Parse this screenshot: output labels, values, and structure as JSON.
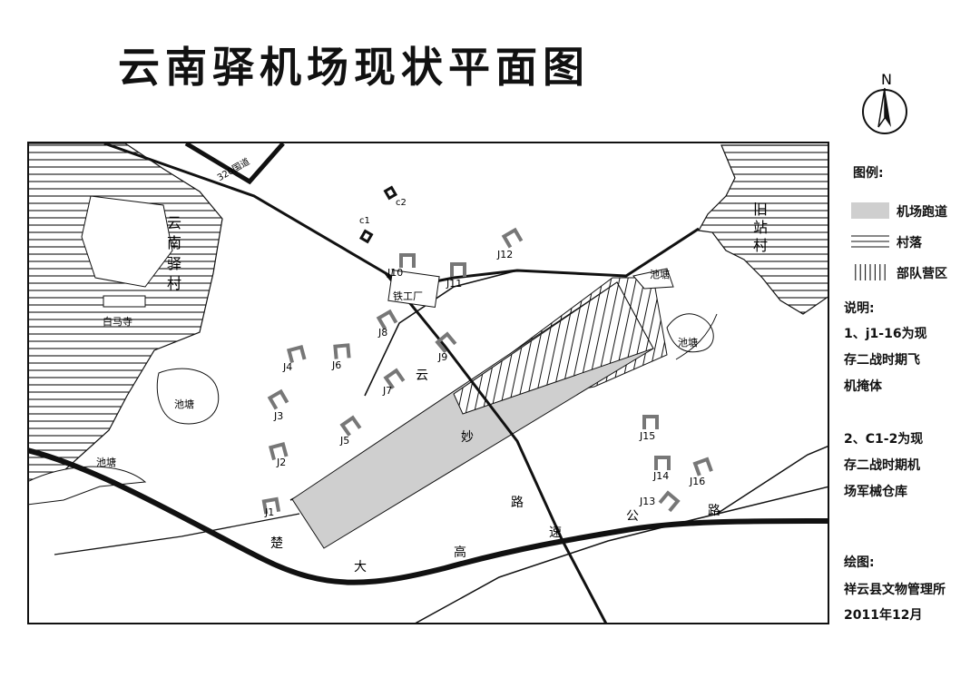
{
  "title": "云南驿机场现状平面图",
  "north_label": "N",
  "legend": {
    "title": "图例:",
    "items": [
      {
        "label": "机场跑道",
        "pattern": "runway",
        "color": "#cfcfcf"
      },
      {
        "label": "村落",
        "pattern": "horizontal-lines"
      },
      {
        "label": "部队营区",
        "pattern": "vertical-lines"
      }
    ]
  },
  "notes": {
    "heading": "说明:",
    "note1_lines": [
      "1、j1-16为现",
      "存二战时期飞",
      "机掩体"
    ],
    "note2_lines": [
      "2、C1-2为现",
      "存二战时期机",
      "场军械仓库"
    ]
  },
  "credit": {
    "heading": "绘图:",
    "org": "祥云县文物管理所",
    "date": "2011年12月"
  },
  "map": {
    "villages": [
      "云",
      "南",
      "驿",
      "村"
    ],
    "old_station": [
      "旧",
      "站",
      "村"
    ],
    "temple": "白马寺",
    "ponds": [
      "池塘",
      "池塘",
      "池塘",
      "池塘"
    ],
    "factory": "铁工厂",
    "road_320": "320国道",
    "yunmiao_road": [
      "云",
      "妙",
      "路"
    ],
    "highway": [
      "楚",
      "大",
      "高",
      "速",
      "公",
      "路"
    ],
    "shelters": [
      "J1",
      "J2",
      "J3",
      "J4",
      "J5",
      "J6",
      "J7",
      "J8",
      "J9",
      "J10",
      "J11",
      "J12",
      "J13",
      "J14",
      "J15",
      "J16"
    ],
    "depots": [
      "c1",
      "c2"
    ]
  },
  "colors": {
    "runway": "#cfcfcf",
    "line": "#111111"
  }
}
